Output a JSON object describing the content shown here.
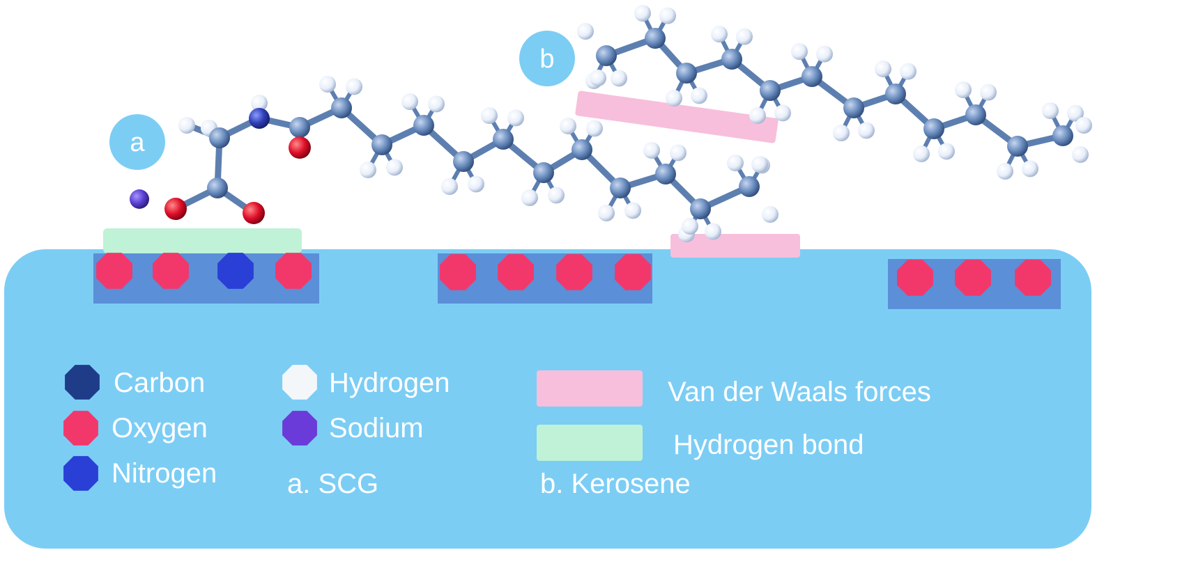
{
  "badges": {
    "a": "a",
    "b": "b"
  },
  "legend": {
    "atoms": [
      {
        "label": "Carbon",
        "color": "#1f3c88",
        "icon": "carbon-atom-icon"
      },
      {
        "label": "Oxygen",
        "color": "#f2386b",
        "icon": "oxygen-atom-icon"
      },
      {
        "label": "Nitrogen",
        "color": "#2a3fd6",
        "icon": "nitrogen-atom-icon"
      },
      {
        "label": "Hydrogen",
        "color": "#f4f7fa",
        "icon": "hydrogen-atom-icon"
      },
      {
        "label": "Sodium",
        "color": "#6a3bd8",
        "icon": "sodium-atom-icon"
      }
    ],
    "interactions": [
      {
        "label": "Van der Waals forces",
        "color": "#f7bfdc"
      },
      {
        "label": "Hydrogen bond",
        "color": "#bff2d6"
      }
    ],
    "notes": {
      "a": "a. SCG",
      "b": "b. Kerosene"
    }
  },
  "colors": {
    "surface": "#7ccdf4",
    "site": "#5b8fd8",
    "bond": "#5d7fb0",
    "carbon_ball": "#6a8dbf",
    "oxygen_ball": "#e0102a",
    "nitrogen_ball": "#2f3fb8",
    "hydrogen_ball": "#f4f8ff",
    "sodium_ball": "#5a3fd0",
    "badge": "#7ccdf4"
  }
}
